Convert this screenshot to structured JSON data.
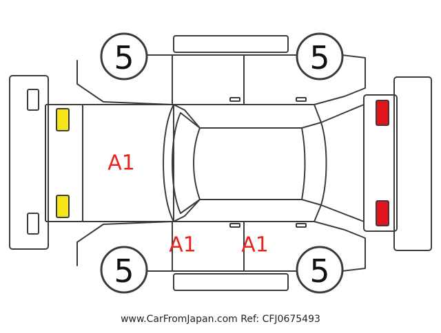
{
  "tires": {
    "front_left": "5",
    "front_right": "5",
    "rear_left": "5",
    "rear_right": "5"
  },
  "damage_marks": {
    "hood": "A1",
    "front_door_lower": "A1",
    "rear_door_lower": "A1"
  },
  "colors": {
    "damage_text": "#e8241c",
    "headlight": "#f5e61a",
    "taillight": "#e3141e",
    "outline": "#3a3a3a"
  },
  "footer": {
    "source": "www.CarFromJapan.com",
    "ref": "Ref: CFJ0675493"
  }
}
